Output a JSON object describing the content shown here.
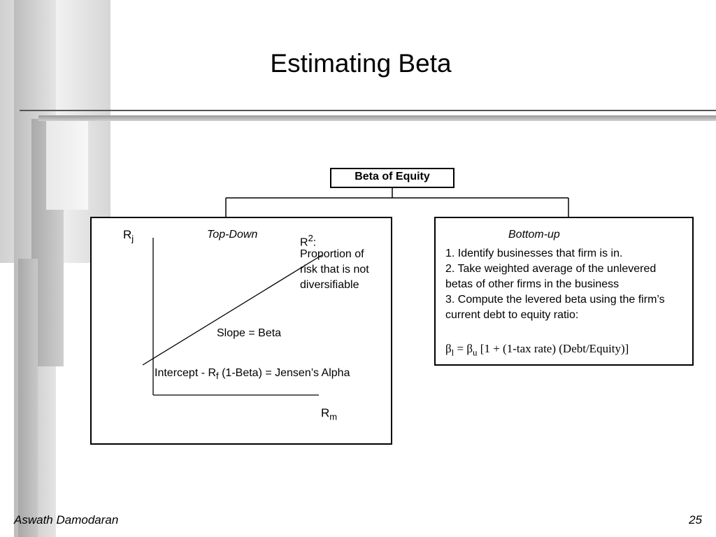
{
  "slide": {
    "title": "Estimating Beta",
    "footer_author": "Aswath Damodaran",
    "page_number": "25"
  },
  "diagram": {
    "root": "Beta of Equity",
    "top_down": {
      "heading": "Top-Down",
      "y_axis_base": "R",
      "y_axis_sub": "j",
      "x_axis_base": "R",
      "x_axis_sub": "m",
      "r2_base": "R",
      "r2_sup": "2",
      "r2_colon": ":",
      "r2_desc_1": "Proportion of",
      "r2_desc_2": "risk that is not",
      "r2_desc_3": "diversifiable",
      "slope_label": "Slope = Beta",
      "intercept_prefix": "Intercept - R",
      "intercept_sub": "f",
      "intercept_suffix": " (1-Beta) = Jensen’s Alpha"
    },
    "bottom_up": {
      "heading": "Bottom-up",
      "step_1": "1. Identify businesses that firm is in.",
      "step_2": "2. Take weighted average of the unlevered betas of other firms in the business",
      "step_3": "3. Compute the levered beta using the firm’s current debt to equity ratio:",
      "formula_beta_l": "β",
      "formula_sub_l": "l",
      "formula_eq": " = ",
      "formula_beta_u": "β",
      "formula_sub_u": "u",
      "formula_rest": " [1 + (1-tax rate) (Debt/Equity)]"
    }
  }
}
